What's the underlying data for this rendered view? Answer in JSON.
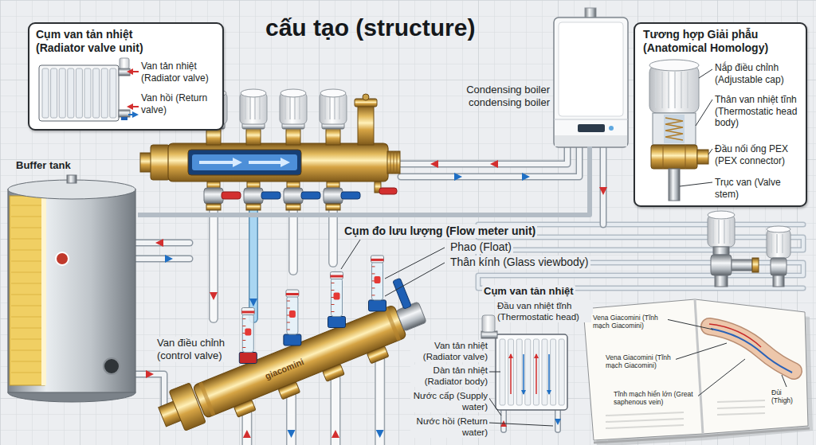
{
  "diagram": {
    "title": "cấu tạo (structure)",
    "nodes": [
      {
        "text": [
          "Cụm van tản nhiệt (Radiator valve unit)",
          "Van tản nhiệt (Radiator valve)",
          "Van hồi (Return valve)"
        ]
      },
      {
        "text": [
          "Buffer tank"
        ]
      },
      {
        "text": [
          "Condensing boiler condensing boiler"
        ]
      },
      {
        "text": [
          "Tương hợp Giải phẫu (Anatomical Homology)",
          "Nắp điều chỉnh (Adjustable cap)",
          "Thân van nhiệt tĩnh (Thermostatic head body)",
          "Đầu nối ống PEX (PEX connector)",
          "Trục van (Valve stem)"
        ]
      }
    ],
    "edges": [
      {
        "from": 2,
        "to": 1,
        "arrow": "none"
      }
    ],
    "labels": [
      "Cụm đo lưu lượng (Flow meter unit)",
      "Phao (Float)",
      "Thân kính (Glass viewbody)",
      "Van điều chỉnh (control valve)",
      "giacomini",
      "Cụm van tản nhiệt",
      "Đầu van nhiệt tĩnh (Thermostatic head)",
      "Van tản nhiệt (Radiator valve)",
      "Dàn tản nhiệt (Radiator body)",
      "Nước cấp (Supply water)",
      "Nước hồi (Return water)",
      "Vena Giacomini (Tĩnh mạch Giacomini)",
      "Vena Giacomini (Tĩnh mạch Giacomini)",
      "Đùi (Thigh)",
      "Tĩnh mạch hiển lớn (Great saphenous vein)"
    ]
  }
}
